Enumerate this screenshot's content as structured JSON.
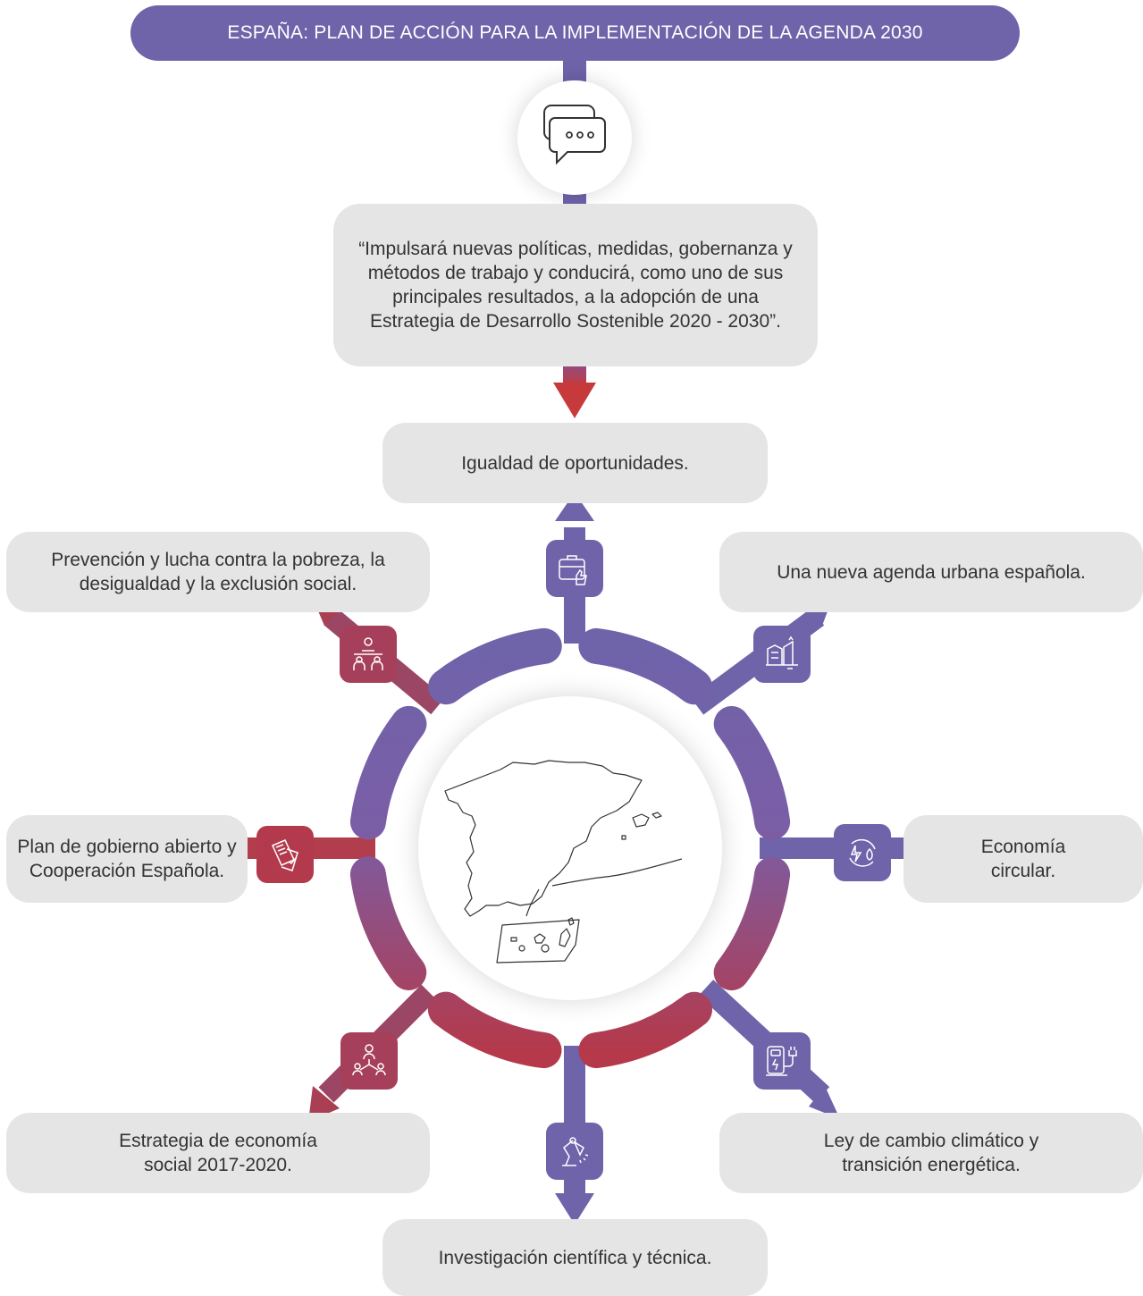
{
  "title": "ESPAÑA: PLAN DE ACCIÓN PARA LA IMPLEMENTACIÓN DE LA AGENDA 2030",
  "quote": "“Impulsará nuevas políticas, medidas, gobernanza y métodos de trabajo y conducirá, como uno de sus principales resultados, a la adopción de una Estrategia de Desarrollo Sostenible 2020 - 2030”.",
  "items": {
    "top": "Igualdad de oportunidades.",
    "top_right": "Una nueva agenda urbana española.",
    "right": "Economía circular.",
    "bottom_right": "Ley de cambio climático y transición energética.",
    "bottom": "Investigación científica y técnica.",
    "bottom_left": "Estrategia de economía social 2017-2020.",
    "left": "Plan de gobierno abierto y Cooperación Española.",
    "top_left": "Prevención y lucha contra la pobreza, la desigualdad y la exclusión social."
  },
  "icons": {
    "top_circle": "chat-bubbles-icon",
    "top": "briefcase-thumbs-up-icon",
    "top_right": "city-buildings-icon",
    "right": "recycle-energy-icon",
    "bottom_right": "charging-station-icon",
    "bottom": "lab-lamp-icon",
    "bottom_left": "network-people-icon",
    "left": "documents-icon",
    "top_left": "meeting-people-icon",
    "center": "spain-map-icon"
  },
  "colors": {
    "purple": "#6f63aa",
    "red": "#b5394a",
    "box_gray": "#e5e5e5",
    "text": "#333333"
  }
}
